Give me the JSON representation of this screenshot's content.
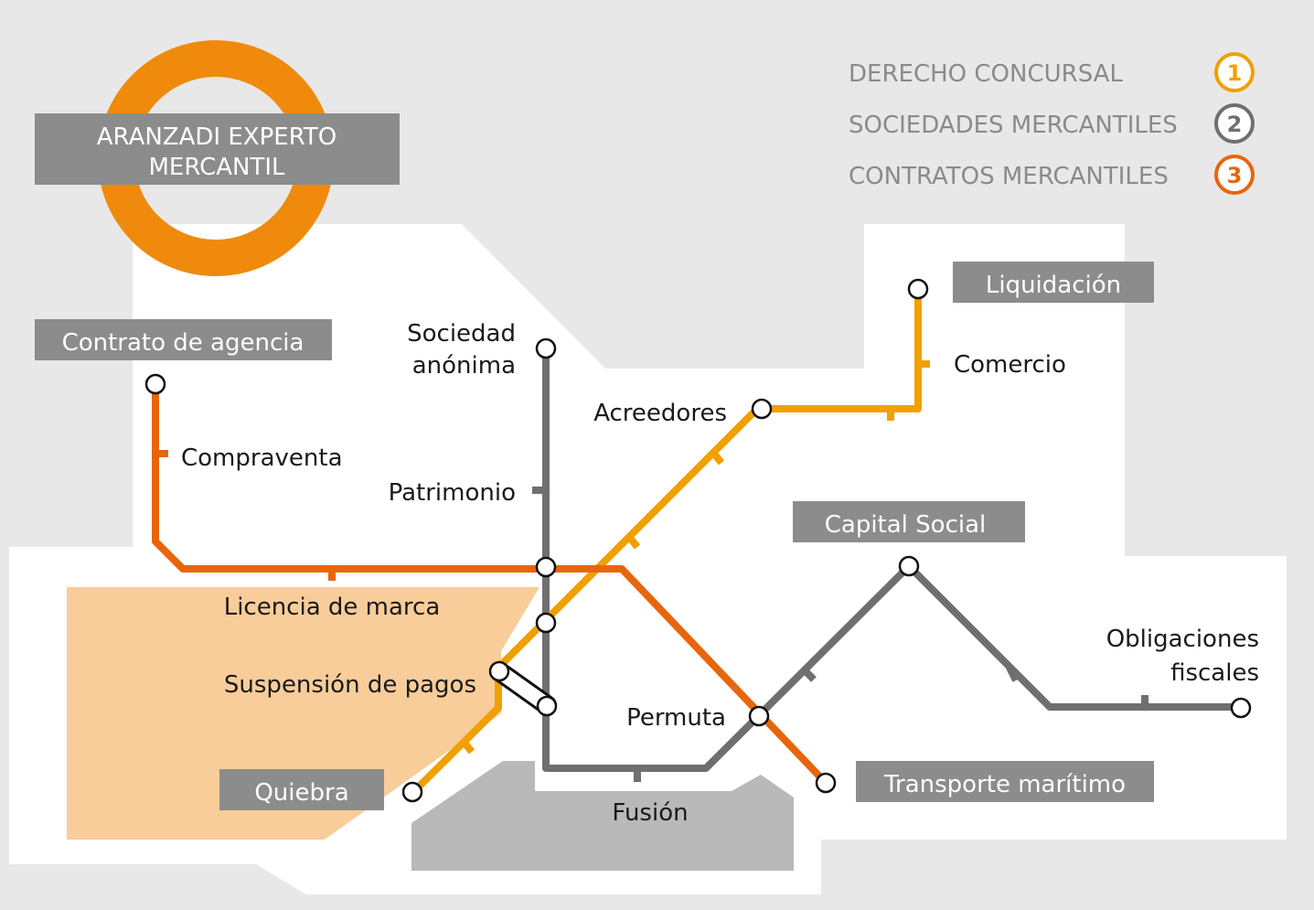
{
  "colors": {
    "background": "#e8e8e8",
    "land": "#ffffff",
    "peach": "#f8cd9a",
    "gray_block": "#b9b9b9",
    "line_concursal": "#f0a000",
    "line_sociedades": "#6f6f6f",
    "line_contratos": "#e8650c",
    "logo_ring": "#ef8a0c",
    "box_fill": "#8c8c8c"
  },
  "logo": {
    "line1": "ARANZADI EXPERTO",
    "line2": "MERCANTIL"
  },
  "legend": [
    {
      "label": "DERECHO CONCURSAL",
      "number": "1",
      "color": "#f0a000",
      "icon": "circle-number-1-icon"
    },
    {
      "label": "SOCIEDADES MERCANTILES",
      "number": "2",
      "color": "#6f6f6f",
      "icon": "circle-number-2-icon"
    },
    {
      "label": "CONTRATOS MERCANTILES",
      "number": "3",
      "color": "#e8650c",
      "icon": "circle-number-3-icon"
    }
  ],
  "terminals": {
    "contrato_agencia": "Contrato de agencia",
    "liquidacion": "Liquidación",
    "capital_social": "Capital Social",
    "quiebra": "Quiebra",
    "transporte_maritimo": "Transporte marítimo"
  },
  "stations": {
    "sociedad_1": "Sociedad",
    "sociedad_2": "anónima",
    "acreedores": "Acreedores",
    "comercio": "Comercio",
    "compraventa": "Compraventa",
    "patrimonio": "Patrimonio",
    "licencia": "Licencia de marca",
    "suspension": "Suspensión de pagos",
    "permuta": "Permuta",
    "obligaciones_1": "Obligaciones",
    "obligaciones_2": "fiscales",
    "fusion": "Fusión"
  }
}
